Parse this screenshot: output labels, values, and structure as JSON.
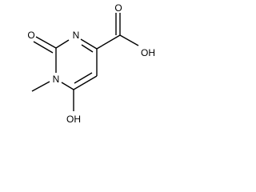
{
  "structure": {
    "atom_labels": {
      "carbonyl_oxygen_left": "O",
      "ring_nitrogen_3": "N",
      "ring_nitrogen_1": "N",
      "hydroxyl_on_c6": "OH",
      "acid_carbonyl_oxygen": "O",
      "acid_hydroxyl": "OH"
    },
    "ink_color": "#000000"
  }
}
